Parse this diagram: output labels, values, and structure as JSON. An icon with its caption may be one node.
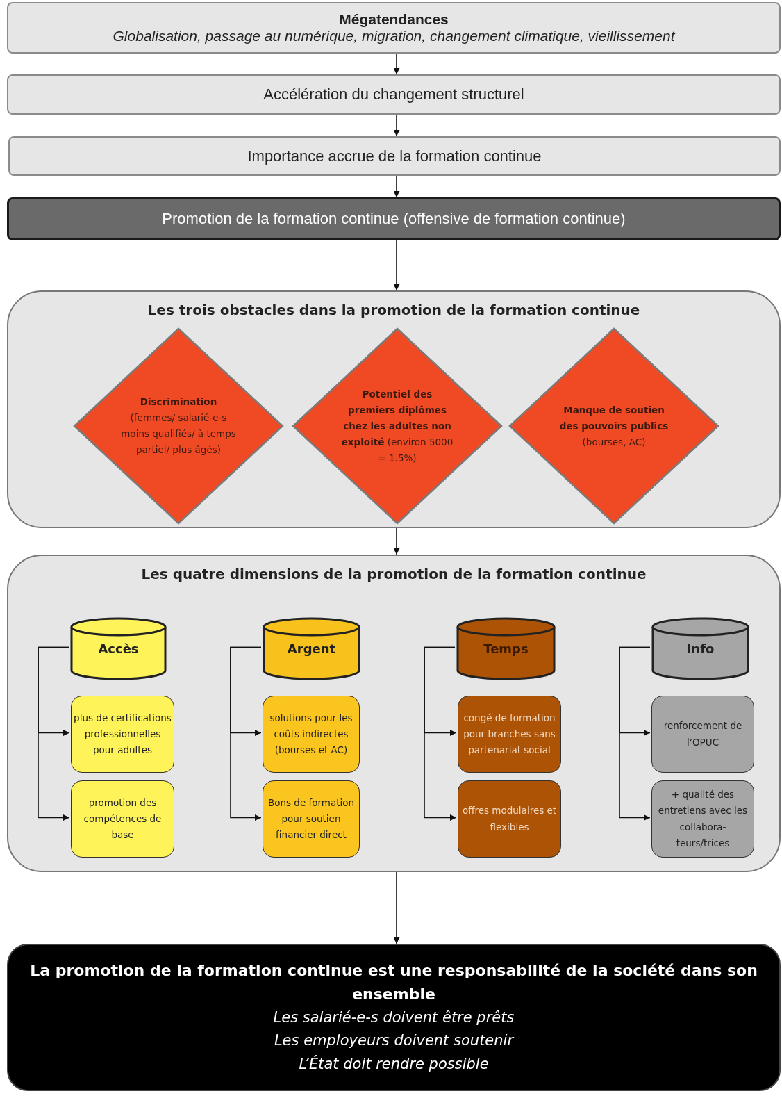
{
  "diagram": {
    "nodes": [
      {
        "text": [
          "Mégatendances",
          "Globalisation, passage au numérique, migration, changement climatique, vieillissement"
        ]
      },
      {
        "text": [
          "Accélération du changement structurel"
        ]
      },
      {
        "text": [
          "Importance accrue de la formation continue"
        ]
      },
      {
        "text": [
          "Promotion de la formation continue (offensive de formation continue)"
        ]
      },
      {
        "text": [
          "Les trois obstacles dans la promotion de la formation continue"
        ]
      },
      {
        "text": [
          "**Discrimination** (femmes/ salarié-e-s moins qualifiés/ à temps partiel/ plus âgés)"
        ],
        "in": 4
      },
      {
        "text": [
          "**Potentiel des premiers diplômes chez les adultes non exploité** (environ 5000 = 1.5%)"
        ],
        "in": 4
      },
      {
        "text": [
          "**Manque de soutien des pouvoirs publics** (bourses, AC)"
        ],
        "in": 4
      },
      {
        "text": [
          "Les quatre dimensions de la promotion de la formation continue"
        ]
      },
      {
        "text": [
          "Accès"
        ],
        "in": 8
      },
      {
        "text": [
          "plus de certifications professionnelles pour adultes"
        ],
        "in": 8
      },
      {
        "text": [
          "promotion des compétences de base"
        ],
        "in": 8
      },
      {
        "text": [
          "Argent"
        ],
        "in": 8
      },
      {
        "text": [
          "solutions pour les coûts indirectes (bourses et AC)"
        ],
        "in": 8
      },
      {
        "text": [
          "Bons de formation pour soutien financier direct"
        ],
        "in": 8
      },
      {
        "text": [
          "Temps"
        ],
        "in": 8
      },
      {
        "text": [
          "congé de formation pour branches sans partenariat social"
        ],
        "in": 8
      },
      {
        "text": [
          "offres modulaires et flexibles"
        ],
        "in": 8
      },
      {
        "text": [
          "Info"
        ],
        "in": 8
      },
      {
        "text": [
          "renforcement de l’OPUC"
        ],
        "in": 8
      },
      {
        "text": [
          "+ qualité des entretiens avec les collabora-teurs/trices"
        ],
        "in": 8
      },
      {
        "text": [
          "La promotion de la formation continue est une responsabilité de la société dans son ensemble",
          "Les salarié-e-s doivent être prêts",
          "Les employeurs doivent soutenir",
          "L’État doit rendre possible"
        ]
      }
    ],
    "edges": [
      {
        "from": 0,
        "to": 1,
        "arrow": "to"
      },
      {
        "from": 1,
        "to": 2,
        "arrow": "to"
      },
      {
        "from": 2,
        "to": 3,
        "arrow": "to"
      },
      {
        "from": 3,
        "to": 4,
        "arrow": "to"
      },
      {
        "from": 4,
        "to": 8,
        "arrow": "to"
      },
      {
        "from": 9,
        "to": 10,
        "arrow": "to"
      },
      {
        "from": 9,
        "to": 11,
        "arrow": "to"
      },
      {
        "from": 12,
        "to": 13,
        "arrow": "to"
      },
      {
        "from": 12,
        "to": 14,
        "arrow": "to"
      },
      {
        "from": 15,
        "to": 16,
        "arrow": "to"
      },
      {
        "from": 15,
        "to": 17,
        "arrow": "to"
      },
      {
        "from": 18,
        "to": 19,
        "arrow": "to"
      },
      {
        "from": 18,
        "to": 20,
        "arrow": "to"
      },
      {
        "from": 8,
        "to": 21,
        "arrow": "to"
      }
    ]
  }
}
